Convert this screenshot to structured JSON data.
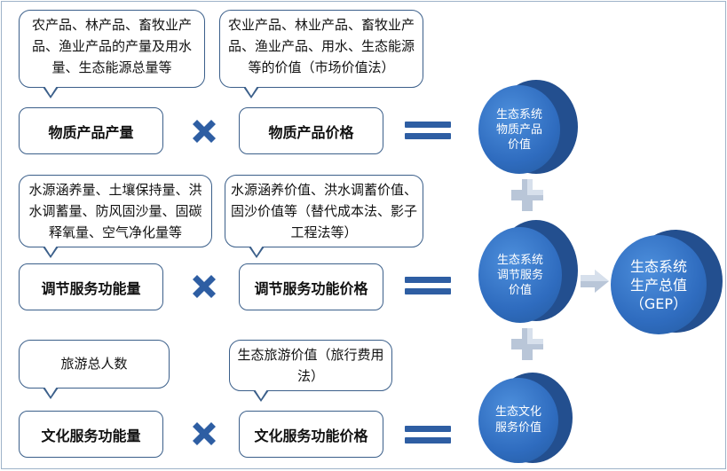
{
  "rows": [
    {
      "quantity_desc": "农产品、林产品、畜牧业产品、渔业产品的产量及用水量、生态能源总量等",
      "price_desc": "农业产品、林业产品、畜牧业产品、渔业产品、用水、生态能源等的价值（市场价值法）",
      "quantity_label": "物质产品产量",
      "price_label": "物质产品价格",
      "result_label": "生态系统\n物质产品\n价值"
    },
    {
      "quantity_desc": "水源涵养量、土壤保持量、洪水调蓄量、防风固沙量、固碳释氧量、空气净化量等",
      "price_desc": "水源涵养价值、洪水调蓄价值、固沙价值等（替代成本法、影子工程法等）",
      "quantity_label": "调节服务功能量",
      "price_label": "调节服务功能价格",
      "result_label": "生态系统\n调节服务\n价值"
    },
    {
      "quantity_desc": "旅游总人数",
      "price_desc": "生态旅游价值（旅行费用法）",
      "quantity_label": "文化服务功能量",
      "price_label": "文化服务功能价格",
      "result_label": "生态文化\n服务价值"
    }
  ],
  "total": {
    "label": "生态系统\n生产总值\n（GEP）"
  },
  "operators": {
    "multiply": "multiply-icon",
    "equals": "equals-icon",
    "plus": "plus-icon",
    "arrow": "arrow-right-icon"
  },
  "colors": {
    "accent": "#2e5ea3",
    "disc": "#2f6cbf",
    "border": "#3b5f8a",
    "plus": "#b9c6d8"
  }
}
